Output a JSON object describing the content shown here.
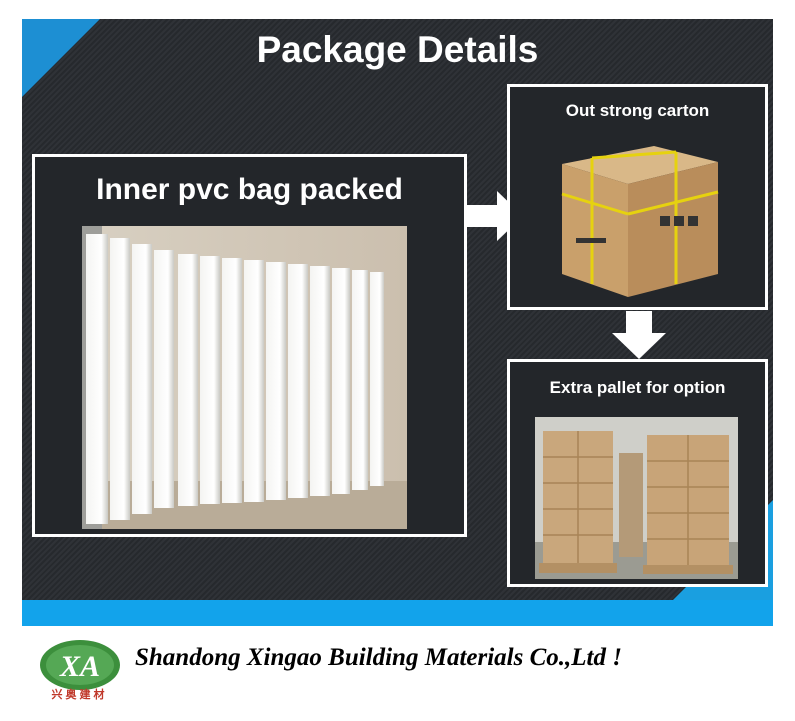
{
  "title": "Package Details",
  "panels": {
    "inner": {
      "label": "Inner pvc bag packed"
    },
    "carton": {
      "label": "Out strong carton"
    },
    "pallet": {
      "label": "Extra pallet for option"
    }
  },
  "footer": {
    "logo_text": "XA",
    "logo_chinese": "兴奥建材",
    "company": "Shandong Xingao Building Materials Co.,Ltd !"
  }
}
